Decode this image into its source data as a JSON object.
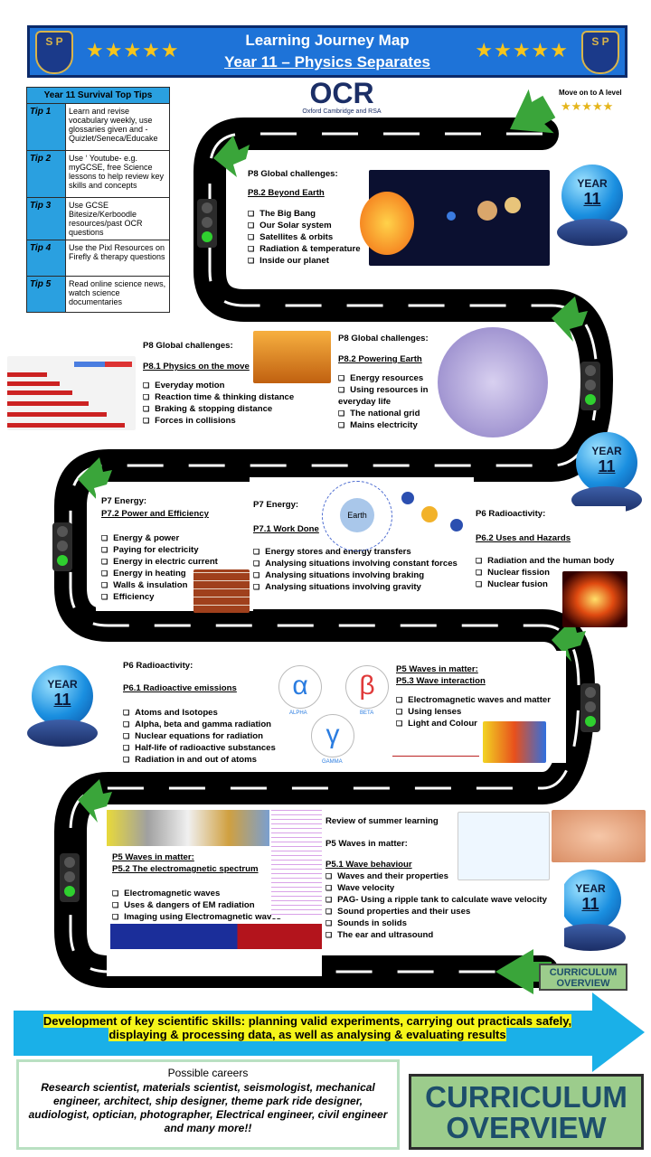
{
  "header": {
    "title": "Learning Journey Map",
    "subtitle": "Year 11 – Physics Separates",
    "stars": "★★★★★",
    "logo_letters": "S P"
  },
  "tips": {
    "heading": "Year 11 Survival Top Tips",
    "items": [
      {
        "tag": "Tip 1",
        "text": "Learn and revise vocabulary weekly, use glossaries given and - Quizlet/Seneca/Educake"
      },
      {
        "tag": "Tip 2",
        "text": "Use ‘ Youtube- e.g. myGCSE, free Science lessons to help review key skills and concepts"
      },
      {
        "tag": "Tip 3",
        "text": "Use GCSE Bitesize/Kerboodle resources/past OCR questions"
      },
      {
        "tag": "Tip 4",
        "text": "Use the Pixl Resources on Firefly & therapy questions"
      },
      {
        "tag": "Tip 5",
        "text": "Read online science news, watch science documentaries"
      }
    ]
  },
  "ocr": {
    "logo": "OCR",
    "sub": "Oxford Cambridge and RSA"
  },
  "alevel": {
    "label": "Move on to  A level",
    "stars": "★★★★★"
  },
  "year_badge": {
    "label": "YEAR",
    "number": "11"
  },
  "blocks": {
    "p82_beyond": {
      "h": "P8 Global challenges:",
      "u": "P8.2 Beyond Earth",
      "items": [
        "The Big Bang",
        "Our Solar system",
        "Satellites & orbits",
        "Radiation & temperature",
        "Inside our planet"
      ]
    },
    "p81": {
      "h": "P8 Global challenges:",
      "u": "P8.1 Physics on the move",
      "items": [
        "Everyday motion",
        "Reaction time & thinking distance",
        "Braking & stopping distance",
        "Forces in collisions"
      ]
    },
    "p82_power": {
      "h": "P8 Global challenges:",
      "u": "P8.2 Powering Earth",
      "items": [
        "Energy resources",
        "Using resources in everyday life",
        "The national grid",
        "Mains electricity"
      ]
    },
    "p72": {
      "h": "P7 Energy:",
      "u": "P7.2 Power and Efficiency",
      "items": [
        "Energy & power",
        "Paying for electricity",
        "Energy in electric current",
        "Energy in heating",
        "Walls & insulation",
        "Efficiency"
      ]
    },
    "p71": {
      "h": "P7 Energy:",
      "u": "P7.1 Work Done",
      "items": [
        "Energy stores and energy transfers",
        "Analysing situations involving constant forces",
        "Analysing situations involving braking",
        "Analysing situations involving gravity"
      ]
    },
    "p62": {
      "h": "P6 Radioactivity:",
      "u": "P6.2 Uses and Hazards",
      "items": [
        "Radiation and the human body",
        "Nuclear fission",
        "Nuclear fusion"
      ]
    },
    "p61": {
      "h": "P6 Radioactivity:",
      "u": "P6.1 Radioactive emissions",
      "items": [
        "Atoms and Isotopes",
        "Alpha, beta and gamma radiation",
        "Nuclear equations for radiation",
        "Half-life of radioactive substances",
        "Radiation in and out of atoms"
      ]
    },
    "p53": {
      "h": "P5 Waves in matter:",
      "u": "P5.3 Wave interaction",
      "items": [
        "Electromagnetic waves and matter",
        "Using lenses",
        "Light and Colour"
      ]
    },
    "p52": {
      "h": "P5 Waves in matter:",
      "u": "P5.2 The electromagnetic spectrum",
      "items": [
        "Electromagnetic waves",
        "Uses & dangers of EM radiation",
        "Imaging using Electromagnetic waves"
      ]
    },
    "p51": {
      "review": "Review of summer learning",
      "h": "P5 Waves in matter:",
      "u": "P5.1 Wave behaviour",
      "items": [
        "Waves and their properties",
        "Wave velocity",
        "PAG- Using a ripple tank to calculate wave velocity",
        "Sound properties and their uses",
        "Sounds in solids",
        "The ear and ultrasound"
      ]
    }
  },
  "greek": {
    "alpha": "α",
    "beta": "β",
    "gamma": "γ",
    "alpha_l": "ALPHA",
    "beta_l": "BETA",
    "gamma_l": "GAMMA"
  },
  "earth_label": "Earth",
  "skills": "Development of key scientific skills: planning valid experiments, carrying out practicals safely, displaying & processing data, as well as analysing & evaluating results",
  "careers": {
    "title": "Possible careers",
    "body": "Research scientist, materials scientist, seismologist, mechanical engineer, architect, ship designer, theme park ride designer, audiologist,  optician, photographer,  Electrical engineer, civil engineer and many more!!"
  },
  "curriculum": "CURRICULUM OVERVIEW"
}
